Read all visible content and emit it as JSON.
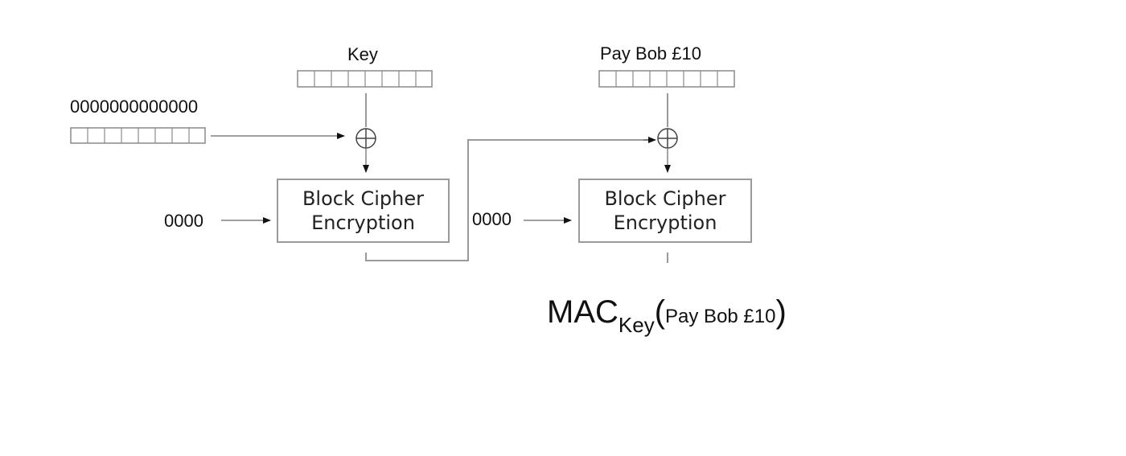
{
  "iv_value": "0000000000000",
  "key_label": "Key",
  "message_label": "Pay Bob £10",
  "left_side_input": "0000",
  "right_side_input": "0000",
  "cipher_line1": "Block Cipher",
  "cipher_line2": "Encryption",
  "mac": {
    "name": "MAC",
    "subscript": "Key",
    "open_paren": "(",
    "argument": "Pay Bob £10",
    "close_paren": ")"
  },
  "colors": {
    "line": "#9a9a9a",
    "arrow": "#111111",
    "text": "#111111"
  },
  "icons": [
    "xor-icon",
    "block-register-icon",
    "arrow-icon"
  ]
}
